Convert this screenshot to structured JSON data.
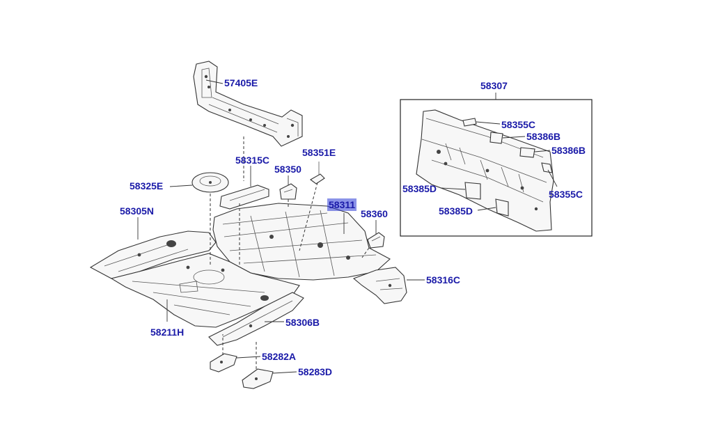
{
  "labels": {
    "l57405E": "57405E",
    "l58307": "58307",
    "l58315C": "58315C",
    "l58351E": "58351E",
    "l58350": "58350",
    "l58325E": "58325E",
    "l58355C_top": "58355C",
    "l58386B_a": "58386B",
    "l58386B_b": "58386B",
    "l58385D_a": "58385D",
    "l58355C_bot": "58355C",
    "l58305N": "58305N",
    "l58311": "58311",
    "l58360": "58360",
    "l58385D_b": "58385D",
    "l58316C": "58316C",
    "l58211H": "58211H",
    "l58306B": "58306B",
    "l58282A": "58282A",
    "l58283D": "58283D"
  },
  "colors": {
    "label": "#1a1aa8",
    "highlight": "#2b3bd6",
    "line": "#333333"
  }
}
